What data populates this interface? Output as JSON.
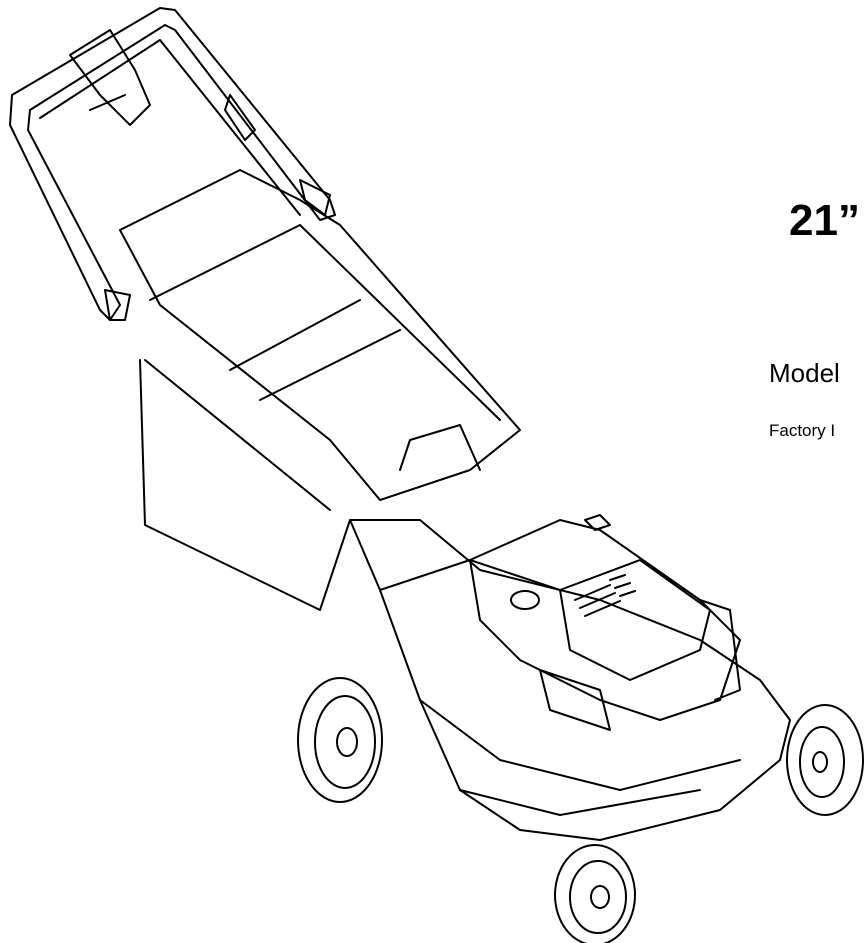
{
  "document": {
    "size_heading": "21”",
    "model_text": "Model",
    "factory_text": "Factory I"
  },
  "illustration": {
    "subject": "lawn-mower-line-drawing",
    "line_color": "#000000",
    "background_color": "#ffffff"
  }
}
